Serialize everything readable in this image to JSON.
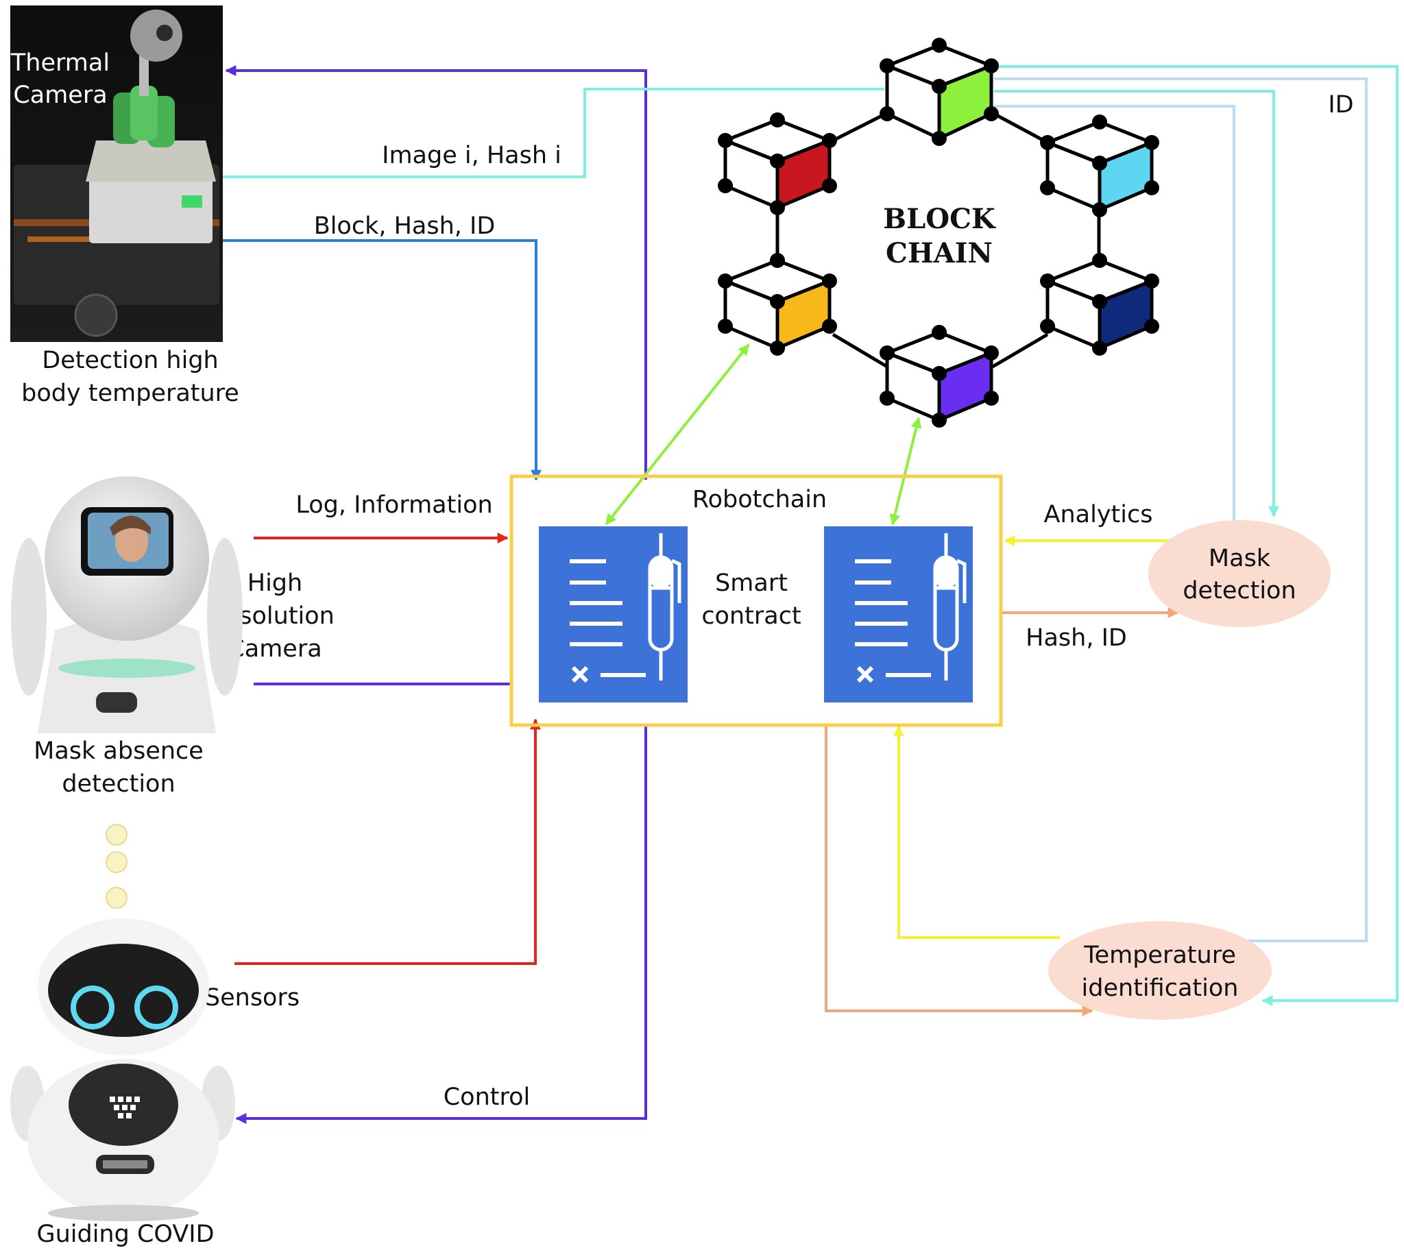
{
  "labels": {
    "thermal_camera": [
      "Thermal",
      "Camera"
    ],
    "detection_high_temp": [
      "Detection high",
      "body temperature"
    ],
    "mask_absence": [
      "Mask absence",
      "detection"
    ],
    "guiding_covid": "Guiding COVID",
    "image_hash": "Image i, Hash i",
    "block_hash_id": "Block, Hash, ID",
    "log_information": "Log, Information",
    "high_res_camera": [
      "High",
      "resolution",
      "Camera"
    ],
    "sensors": "Sensors",
    "control": "Control",
    "robotchain": "Robotchain",
    "smart_contract": [
      "Smart",
      "contract"
    ],
    "blockchain": [
      "BLOCK",
      "CHAIN"
    ],
    "analytics": "Analytics",
    "hash_id": "Hash, ID",
    "id": "ID",
    "mask_detection": [
      "Mask",
      "detection"
    ],
    "temperature_identification": [
      "Temperature",
      "identification"
    ]
  },
  "colors": {
    "purple": "#5a2ee0",
    "cyan": "#7ff0e0",
    "blue": "#2a7de1",
    "red": "#e8231a",
    "lightblue": "#bcdcf2",
    "yellow": "#f2f233",
    "orange": "#f0a87a",
    "green": "#8cf03c",
    "robotchain_border": "#f7d04a",
    "contract_blue": "#3d73d8",
    "ellipse_fill": "#fadcd0",
    "block_red": "#c8171e",
    "block_green": "#8cf03c",
    "block_cyan": "#5dd6f2",
    "block_orange": "#f7b819",
    "block_purple": "#6a2ef0",
    "block_navy": "#0f2a7a",
    "dots": "#fbf2c4"
  },
  "icons": [
    "thermal-camera-robot-image",
    "mask-robot-image",
    "guiding-robot-image",
    "smart-contract-icon",
    "blockchain-icon"
  ]
}
